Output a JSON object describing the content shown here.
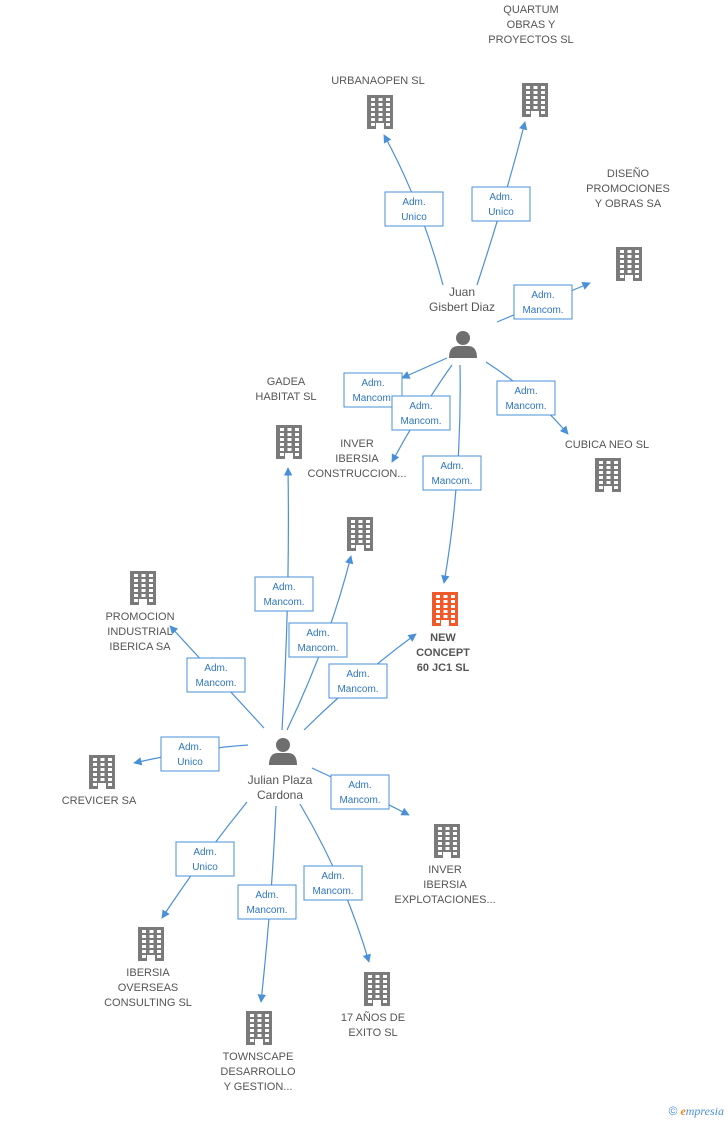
{
  "colors": {
    "company": "#7a7a7a",
    "main": "#f05a2b",
    "person": "#6e6e6e",
    "edge": "#4a90d9",
    "badge_text": "#2f76c2"
  },
  "persons": [
    {
      "id": "juan",
      "lines": [
        "Juan",
        "Gisbert Diaz"
      ]
    },
    {
      "id": "julian",
      "lines": [
        "Julian Plaza",
        "Cardona"
      ]
    }
  ],
  "companies": [
    {
      "id": "urbanaopen",
      "lines": [
        "URBANAOPEN SL"
      ]
    },
    {
      "id": "quartum",
      "lines": [
        "QUARTUM",
        "OBRAS Y",
        "PROYECTOS SL"
      ]
    },
    {
      "id": "diseno",
      "lines": [
        "DISEÑO",
        "PROMOCIONES",
        "Y OBRAS SA"
      ]
    },
    {
      "id": "gadea",
      "lines": [
        "GADEA",
        "HABITAT  SL"
      ]
    },
    {
      "id": "cubica",
      "lines": [
        "CUBICA NEO SL"
      ]
    },
    {
      "id": "inverconst",
      "lines": [
        "INVER",
        "IBERSIA",
        "CONSTRUCCION..."
      ]
    },
    {
      "id": "newconcept",
      "lines": [
        "NEW",
        "CONCEPT",
        "60 JC1 SL"
      ],
      "main": true
    },
    {
      "id": "promocion",
      "lines": [
        "PROMOCION",
        "INDUSTRIAL",
        "IBERICA SA"
      ]
    },
    {
      "id": "crevicer",
      "lines": [
        "CREVICER SA"
      ]
    },
    {
      "id": "inverexpl",
      "lines": [
        "INVER",
        "IBERSIA",
        "EXPLOTACIONES..."
      ]
    },
    {
      "id": "ibersia",
      "lines": [
        "IBERSIA",
        "OVERSEAS",
        "CONSULTING SL"
      ]
    },
    {
      "id": "aniosexito",
      "lines": [
        "17 AÑOS DE",
        "EXITO SL"
      ]
    },
    {
      "id": "townscape",
      "lines": [
        "TOWNSCAPE",
        "DESARROLLO",
        "Y GESTION..."
      ]
    }
  ],
  "relations": [
    {
      "id": "r1",
      "from": "juan",
      "to": "urbanaopen",
      "label": [
        "Adm.",
        "Unico"
      ]
    },
    {
      "id": "r2",
      "from": "juan",
      "to": "quartum",
      "label": [
        "Adm.",
        "Unico"
      ]
    },
    {
      "id": "r3",
      "from": "juan",
      "to": "diseno",
      "label": [
        "Adm.",
        "Mancom."
      ]
    },
    {
      "id": "r4",
      "from": "juan",
      "to": "gadea",
      "label": [
        "Adm.",
        "Mancom."
      ]
    },
    {
      "id": "r5",
      "from": "juan",
      "to": "inverconst",
      "label": [
        "Adm.",
        "Mancom."
      ]
    },
    {
      "id": "r6",
      "from": "juan",
      "to": "cubica",
      "label": [
        "Adm.",
        "Mancom."
      ]
    },
    {
      "id": "r7",
      "from": "juan",
      "to": "newconcept",
      "label": [
        "Adm.",
        "Mancom."
      ]
    },
    {
      "id": "r8",
      "from": "julian",
      "to": "gadea",
      "label": [
        "Adm.",
        "Mancom."
      ]
    },
    {
      "id": "r9",
      "from": "julian",
      "to": "inverconst",
      "label": [
        "Adm.",
        "Mancom."
      ]
    },
    {
      "id": "r10",
      "from": "julian",
      "to": "newconcept",
      "label": [
        "Adm.",
        "Mancom."
      ]
    },
    {
      "id": "r11",
      "from": "julian",
      "to": "promocion",
      "label": [
        "Adm.",
        "Mancom."
      ]
    },
    {
      "id": "r12",
      "from": "julian",
      "to": "crevicer",
      "label": [
        "Adm.",
        "Unico"
      ]
    },
    {
      "id": "r13",
      "from": "julian",
      "to": "inverexpl",
      "label": [
        "Adm.",
        "Mancom."
      ]
    },
    {
      "id": "r14",
      "from": "julian",
      "to": "ibersia",
      "label": [
        "Adm.",
        "Unico"
      ]
    },
    {
      "id": "r15",
      "from": "julian",
      "to": "townscape",
      "label": [
        "Adm.",
        "Mancom."
      ]
    },
    {
      "id": "r16",
      "from": "julian",
      "to": "aniosexito",
      "label": [
        "Adm.",
        "Mancom."
      ]
    }
  ],
  "footer": {
    "copyright": "©",
    "brand_first": "e",
    "brand_rest": "mpresia"
  }
}
